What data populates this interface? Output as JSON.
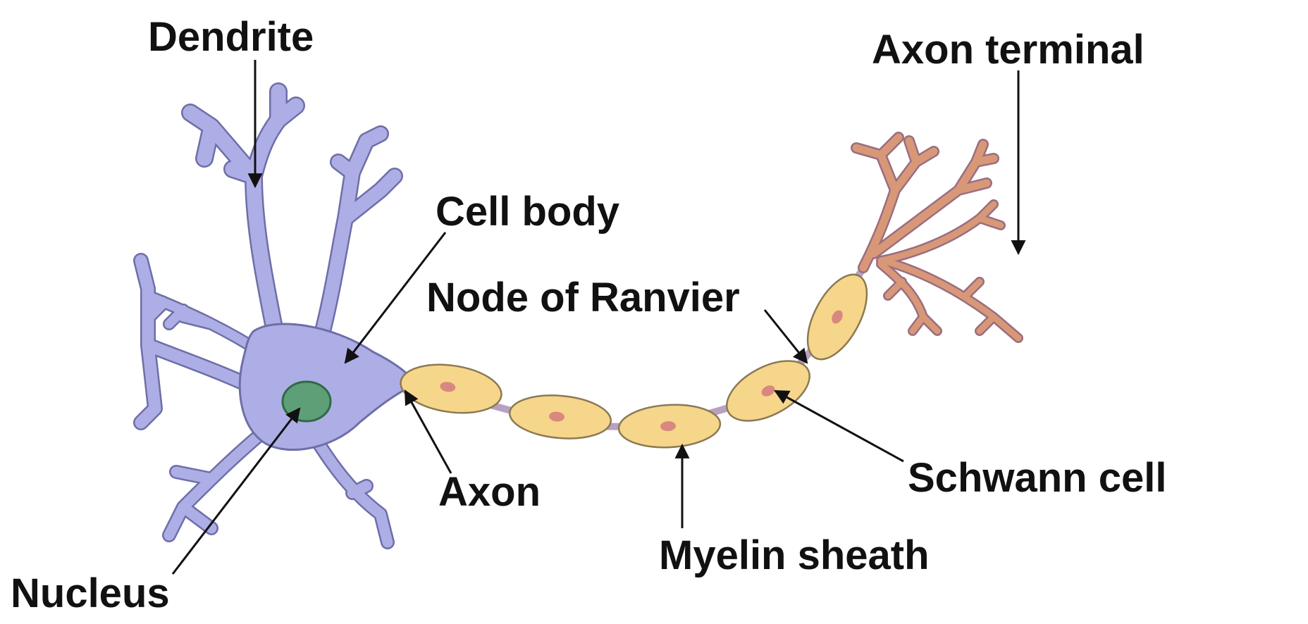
{
  "labels": {
    "dendrite": "Dendrite",
    "axon_terminal": "Axon terminal",
    "cell_body": "Cell body",
    "node_of_ranvier": "Node of Ranvier",
    "axon": "Axon",
    "schwann_cell": "Schwann cell",
    "myelin_sheath": "Myelin sheath",
    "nucleus": "Nucleus"
  },
  "colors": {
    "cell_body_fill": "#aeaee6",
    "cell_body_outline": "#6e6ea8",
    "nucleus_fill": "#5f9f77",
    "nucleus_outline": "#2f6a45",
    "myelin_fill": "#f6d68a",
    "myelin_outline": "#8a7a55",
    "schwann_nucleus": "#d98880",
    "axon_fill": "#c9a6b8",
    "terminal_fill": "#d89878",
    "text": "#111111"
  }
}
